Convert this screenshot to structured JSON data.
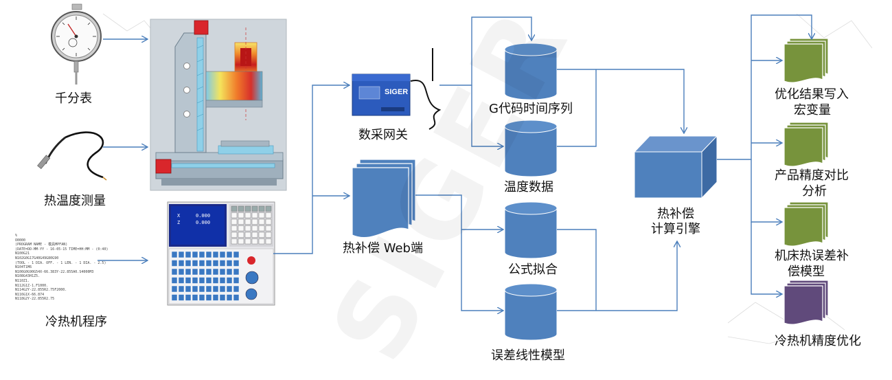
{
  "watermark": "SIGER",
  "sources": {
    "dial_gauge": "千分表",
    "thermal_measure": "热温度测量",
    "cnc_program": "冷热机程序"
  },
  "program_listing": [
    "%",
    "O0000",
    "(PROGRAM NAME - 模具MPFAN)",
    "(DATE=DD-MM-YY - 16-05-15 TIME=HH:MM - (0:40)",
    "N100G21",
    "N102G0G17G40G49G80G90",
    "(TOOL - 1 DIA. OFF. - 1 LEN. - 1 DIA. - 2.5)",
    "N104T1M6",
    "N106G0G90G54X-66.383Y-22.855A0.S4000M3",
    "N108G43H1Z5.",
    "N110Z1.",
    "N112G1Z-1.F1000.",
    "N114G2Y-22.855R2.75F2000.",
    "N116G1X-66.874",
    "N118G2Y-22.855R2.75"
  ],
  "nodes": {
    "gateway": "数采网关",
    "gateway_brand": "SIGER",
    "web": "热补偿 Web端",
    "gcode_series": "G代码时间序列",
    "temperature": "温度数据",
    "formula_fit": "公式拟合",
    "error_linear": "误差线性模型",
    "engine_line1": "热补偿",
    "engine_line2": "计算引擎"
  },
  "outputs": {
    "macro_line1": "优化结果写入",
    "macro_line2": "宏变量",
    "precision_line1": "产品精度对比",
    "precision_line2": "分析",
    "model_line1": "机床热误差补",
    "model_line2": "偿模型",
    "optimize": "冷热机精度优化"
  },
  "cnc_screen": {
    "x_label": "X",
    "x_value": "0.000",
    "z_label": "Z",
    "z_value": "0.000"
  },
  "colors": {
    "arrow": "#4a7ebb",
    "cylinder": "#4f81bd",
    "document": "#4f81bd",
    "output_green": "#77933c",
    "output_purple": "#604a7b"
  }
}
